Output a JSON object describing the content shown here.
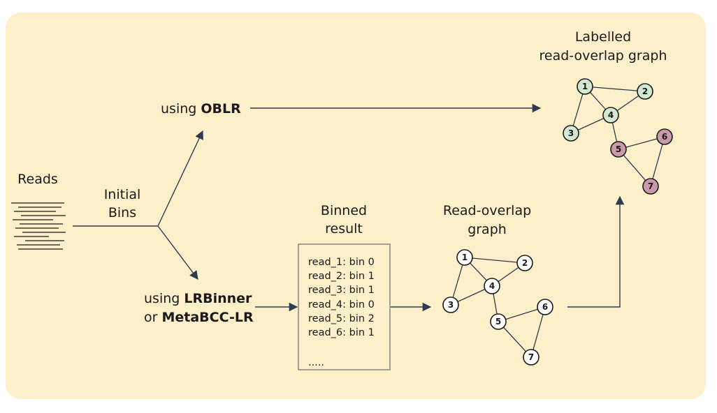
{
  "labels": {
    "reads": "Reads",
    "initial_bins_1": "Initial",
    "initial_bins_2": "Bins",
    "oblr_prefix": "using ",
    "oblr_bold": "OBLR",
    "lrb_prefix": "using ",
    "lrb_bold": "LRBinner",
    "meta_prefix": "or ",
    "meta_bold": "MetaBCC-LR",
    "binned_1": "Binned",
    "binned_2": "result",
    "rog_1": "Read-overlap",
    "rog_2": "graph",
    "labelled_1": "Labelled",
    "labelled_2": "read-overlap graph"
  },
  "binned_result": {
    "lines": [
      "read_1: bin 0",
      "read_2: bin 1",
      "read_3: bin 1",
      "read_4: bin 0",
      "read_5: bin 2",
      "read_6: bin 1"
    ],
    "ellipsis": "....."
  },
  "graph_nodes": [
    "1",
    "2",
    "3",
    "4",
    "5",
    "6",
    "7"
  ],
  "colors": {
    "panel": "#fcefc9",
    "line": "#2f3a4f",
    "green_node": "#d5e8d4",
    "pink_node": "#c99aab",
    "white_node": "#ffffff"
  }
}
